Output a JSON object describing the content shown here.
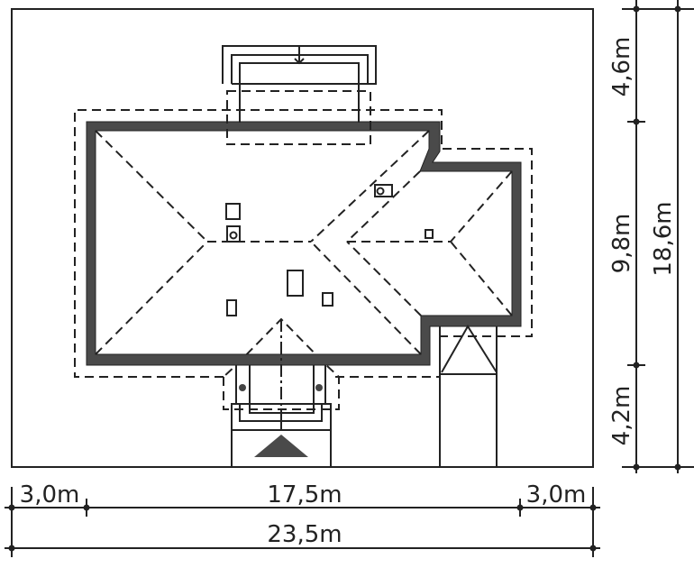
{
  "title": "Site plan - roof layout with plot dimensions",
  "colors": {
    "roof_band": "#4a4a4a",
    "lines": "#222222",
    "background": "#ffffff"
  },
  "dimensions": {
    "right_segments": [
      "4,6m",
      "9,8m",
      "4,2m"
    ],
    "right_total": "18,6m",
    "bottom_segments": [
      "3,0m",
      "17,5m",
      "3,0m"
    ],
    "bottom_total": "23,5m"
  }
}
